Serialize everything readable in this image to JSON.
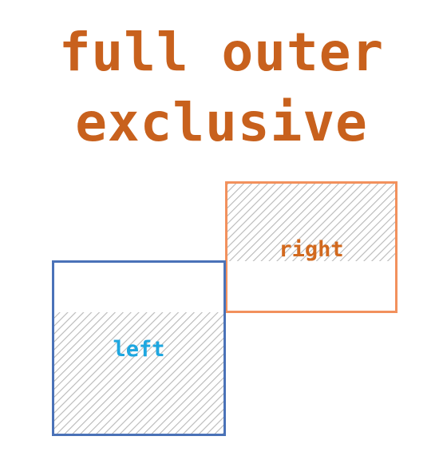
{
  "title": {
    "line1": "full outer",
    "line2": "exclusive",
    "color": "#c8611d"
  },
  "sets": {
    "left": {
      "label": "left",
      "border_color": "#4a72b8",
      "label_color": "#1ea7e0"
    },
    "right": {
      "label": "right",
      "border_color": "#f2915d",
      "label_color": "#d2691e"
    }
  },
  "hatch_color": "#b8b8b8"
}
